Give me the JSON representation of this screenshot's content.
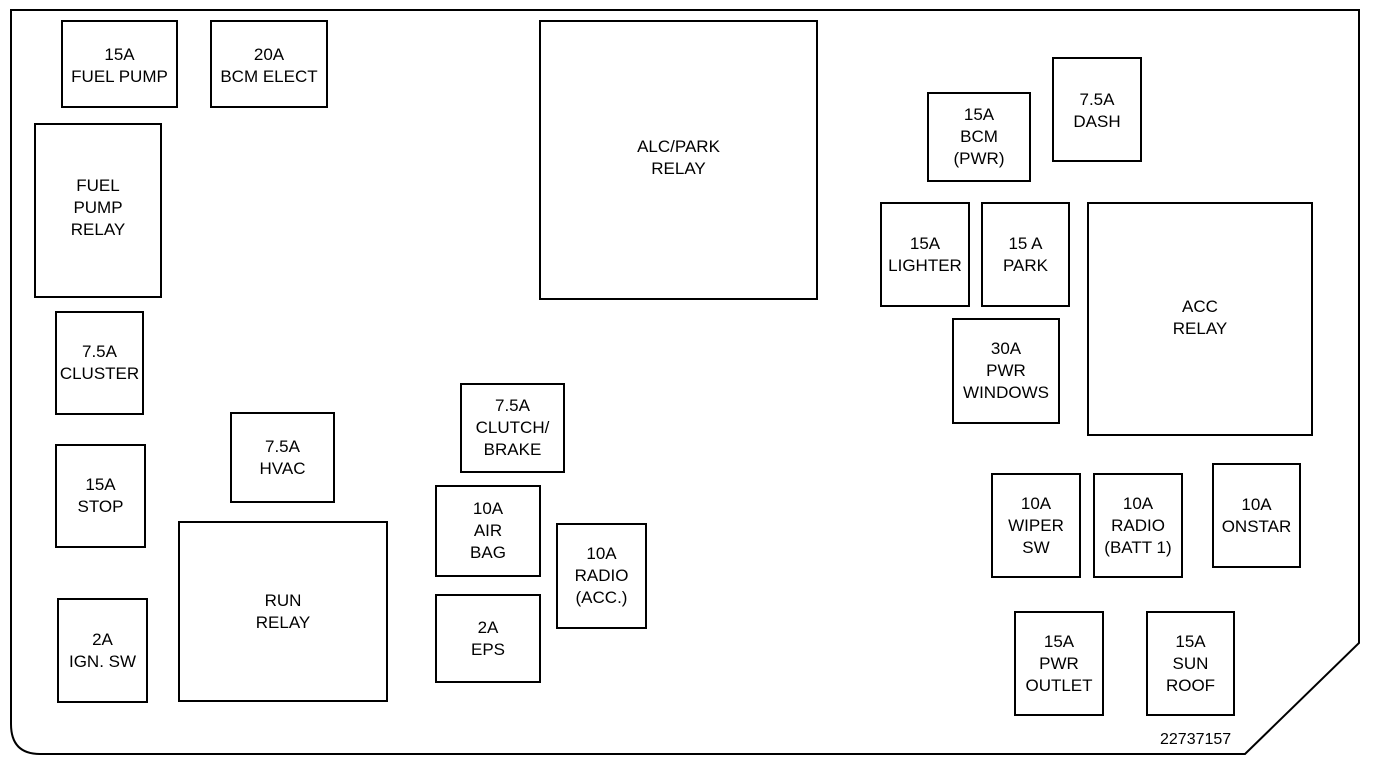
{
  "diagram": {
    "boxes": [
      {
        "id": "fuel-pump-fuse",
        "lines": [
          "15A",
          "FUEL PUMP"
        ]
      },
      {
        "id": "bcm-elect-fuse",
        "lines": [
          "20A",
          "BCM ELECT"
        ]
      },
      {
        "id": "alc-park-relay",
        "lines": [
          "ALC/PARK",
          "RELAY"
        ]
      },
      {
        "id": "bcm-pwr-fuse",
        "lines": [
          "15A",
          "BCM",
          "(PWR)"
        ]
      },
      {
        "id": "dash-fuse",
        "lines": [
          "7.5A",
          "DASH"
        ]
      },
      {
        "id": "fuel-pump-relay",
        "lines": [
          "FUEL",
          "PUMP",
          "RELAY"
        ]
      },
      {
        "id": "lighter-fuse",
        "lines": [
          "15A",
          "LIGHTER"
        ]
      },
      {
        "id": "park-fuse",
        "lines": [
          "15 A",
          "PARK"
        ]
      },
      {
        "id": "acc-relay",
        "lines": [
          "ACC",
          "RELAY"
        ]
      },
      {
        "id": "cluster-fuse",
        "lines": [
          "7.5A",
          "CLUSTER"
        ]
      },
      {
        "id": "pwr-windows-fuse",
        "lines": [
          "30A",
          "PWR",
          "WINDOWS"
        ]
      },
      {
        "id": "clutch-brake-fuse",
        "lines": [
          "7.5A",
          "CLUTCH/",
          "BRAKE"
        ]
      },
      {
        "id": "hvac-fuse",
        "lines": [
          "7.5A",
          "HVAC"
        ]
      },
      {
        "id": "stop-fuse",
        "lines": [
          "15A",
          "STOP"
        ]
      },
      {
        "id": "air-bag-fuse",
        "lines": [
          "10A",
          "AIR",
          "BAG"
        ]
      },
      {
        "id": "wiper-sw-fuse",
        "lines": [
          "10A",
          "WIPER",
          "SW"
        ]
      },
      {
        "id": "radio-batt1-fuse",
        "lines": [
          "10A",
          "RADIO",
          "(BATT 1)"
        ]
      },
      {
        "id": "onstar-fuse",
        "lines": [
          "10A",
          "ONSTAR"
        ]
      },
      {
        "id": "run-relay",
        "lines": [
          "RUN",
          "RELAY"
        ]
      },
      {
        "id": "radio-acc-fuse",
        "lines": [
          "10A",
          "RADIO",
          "(ACC.)"
        ]
      },
      {
        "id": "eps-fuse",
        "lines": [
          "2A",
          "EPS"
        ]
      },
      {
        "id": "ign-sw-fuse",
        "lines": [
          "2A",
          "IGN. SW"
        ]
      },
      {
        "id": "pwr-outlet-fuse",
        "lines": [
          "15A",
          "PWR",
          "OUTLET"
        ]
      },
      {
        "id": "sun-roof-fuse",
        "lines": [
          "15A",
          "SUN",
          "ROOF"
        ]
      }
    ],
    "part_number": "22737157"
  }
}
